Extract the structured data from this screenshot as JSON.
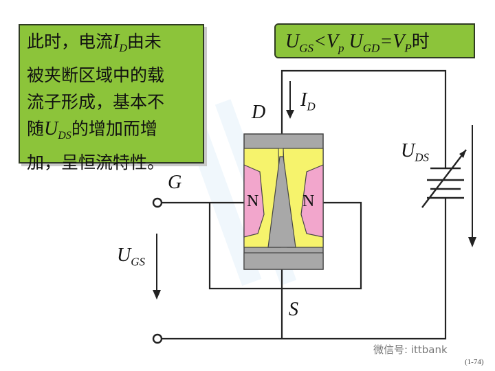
{
  "note": {
    "line1_pre": "此时，电流",
    "line1_sym": "I",
    "line1_sub": "D",
    "line1_post": "由未",
    "line2": "被夹断区域中的载",
    "line3": "流子形成，基本不",
    "line4_pre": "随",
    "line4_sym": "U",
    "line4_sub": "DS",
    "line4_post": "的增加而增",
    "line5": "加，呈恒流特性。"
  },
  "banner": {
    "u1": "U",
    "u1_sub": "GS",
    "lt": "<",
    "v1": "V",
    "v1_sub": "p",
    "u2": "U",
    "u2_sub": "GD",
    "eq": "=",
    "v2": "V",
    "v2_sub": "P",
    "suffix": "时"
  },
  "labels": {
    "d": "D",
    "id_main": "I",
    "id_sub": "D",
    "g": "G",
    "s": "S",
    "uds_main": "U",
    "uds_sub": "DS",
    "ugs_main": "U",
    "ugs_sub": "GS",
    "n_left": "N",
    "n_right": "N"
  },
  "watermark": "微信号: ittbank",
  "page_number": "(1-74)",
  "colors": {
    "box_green": "#8cc43a",
    "channel_gray": "#a8a8a8",
    "depletion_yellow": "#f6f36c",
    "n_region_pink": "#f2a6cc",
    "wire": "#222222"
  }
}
